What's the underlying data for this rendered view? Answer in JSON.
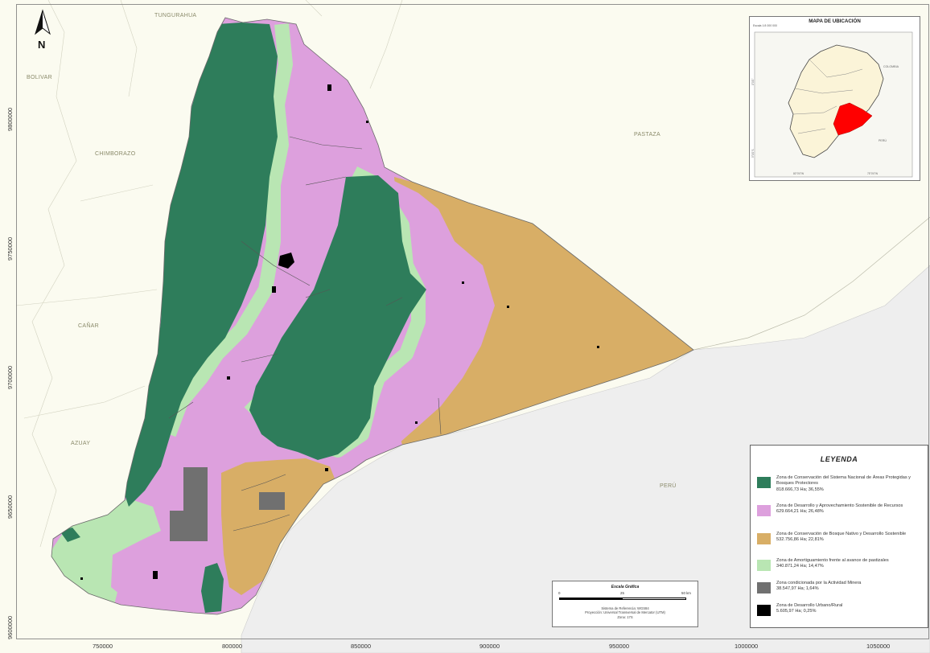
{
  "map": {
    "north_arrow": {
      "letter": "N"
    },
    "regions": {
      "tungurahua": "TUNGURAHUA",
      "bolivar": "BOLIVAR",
      "chimborazo": "CHIMBORAZO",
      "canar": "CAÑAR",
      "azuay": "AZUAY",
      "pastaza": "PASTAZA",
      "peru": "PERÚ"
    },
    "x_ticks": [
      "750000",
      "800000",
      "850000",
      "900000",
      "950000",
      "1000000",
      "1050000"
    ],
    "y_ticks": [
      "9800000",
      "9750000",
      "9700000",
      "9650000",
      "9600000"
    ],
    "colors": {
      "conservacion_snap": "#2e7d5b",
      "desarrollo_recursos": "#dda0dd",
      "bosque_nativo": "#d8ae66",
      "amortiguamiento": "#b9e6b3",
      "mineria": "#707070",
      "urbano": "#000000",
      "background_land": "#fbfbf0",
      "peru_area": "#eeeeee"
    }
  },
  "inset": {
    "title": "MAPA DE UBICACIÓN",
    "scale": "Escala 1:8 000 000",
    "labels": {
      "colombia": "COLOMBIA",
      "peru": "PERÚ",
      "lon_left": "80°0'0\"W",
      "lon_right": "75°0'0\"W",
      "lat_top": "0°0'0\"",
      "lat_bottom": "5°0'0\"S"
    },
    "highlight_color": "#ff0000"
  },
  "legend": {
    "title": "LEYENDA",
    "items": [
      {
        "color": "#2e7d5b",
        "text": "Zona de Conservación del Sistema Nacional de Áreas Protegidas y Bosques Protectores",
        "area": "818.666,73 Ha; 36,55%"
      },
      {
        "color": "#dda0dd",
        "text": "Zona de Desarrollo y Aprovechamiento Sostenible de Recursos",
        "area": "629.664,21 Ha; 26,48%"
      },
      {
        "color": "#d8ae66",
        "text": "Zona de Conservación de Bosque Nativo y Desarrollo Sostenible",
        "area": "532.756,86 Ha; 22,81%"
      },
      {
        "color": "#b9e6b3",
        "text": "Zona de Amortiguamiento frente al avance de pastizales",
        "area": "340.871,24 Ha; 14,47%"
      },
      {
        "color": "#707070",
        "text": "Zona condicionada por la Actividad Minera",
        "area": "38.547,97 Ha; 1,64%"
      },
      {
        "color": "#000000",
        "text": "Zona de Desarrollo Urbano/Rural",
        "area": "5.605,97 Ha; 0,25%"
      }
    ]
  },
  "scale_bar": {
    "title": "Escala Gráfica",
    "labels": [
      "0",
      "25",
      "50 km"
    ],
    "reference": [
      "Sistema de Referencia: WGS84",
      "Proyección: Universal Transversal de Mercator (UTM)",
      "Zona: 17S"
    ]
  }
}
